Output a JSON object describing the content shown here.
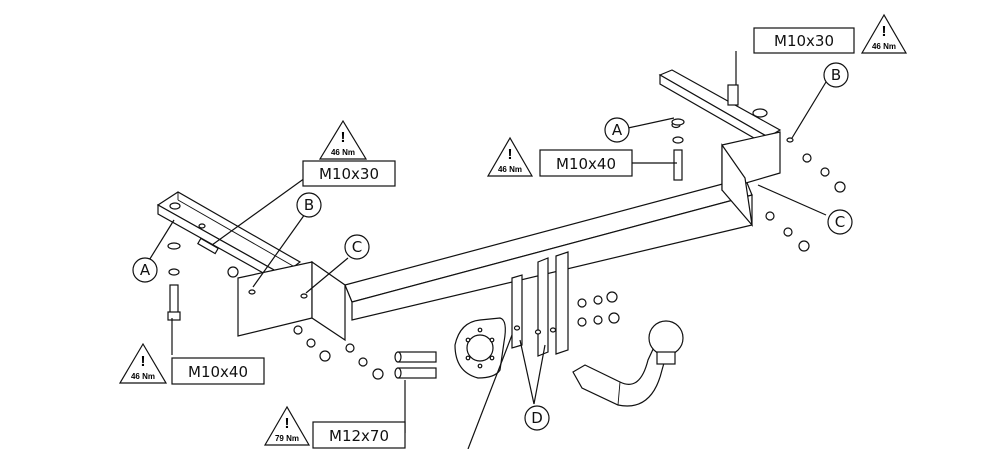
{
  "diagram": {
    "bolts": {
      "left_top": "M10x30",
      "left_bottom": "M10x40",
      "right_top": "M10x30",
      "right_middle": "M10x40",
      "bottom": "M12x70"
    },
    "torque": {
      "left_top": "46 Nm",
      "left_bottom": "46 Nm",
      "right_top": "46 Nm",
      "right_middle": "46 Nm",
      "bottom": "79 Nm"
    },
    "warning_symbol": "!",
    "callouts": {
      "a_left": "A",
      "b_left": "B",
      "c_left": "C",
      "a_right": "A",
      "b_right": "B",
      "c_right": "C",
      "d": "D"
    }
  }
}
